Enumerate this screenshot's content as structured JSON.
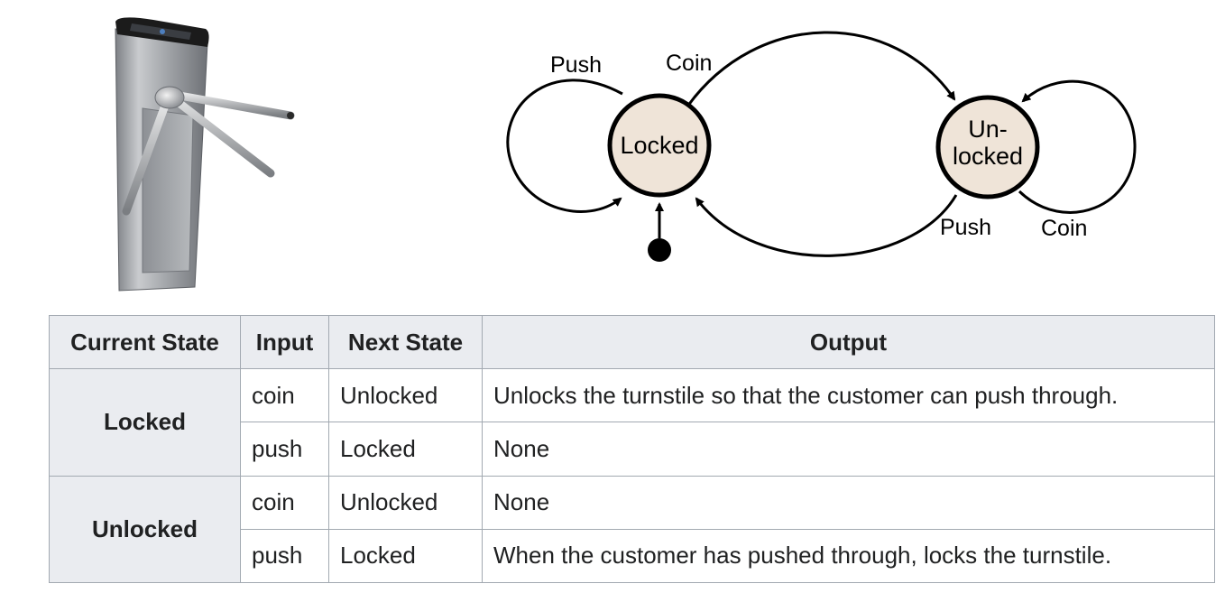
{
  "diagram": {
    "states": [
      {
        "id": "locked",
        "label_lines": [
          "Locked"
        ],
        "fill": "#efe4d8",
        "initial": true
      },
      {
        "id": "unlocked",
        "label_lines": [
          "Un-",
          "locked"
        ],
        "fill": "#efe4d8",
        "initial": false
      }
    ],
    "transitions": [
      {
        "from": "locked",
        "to": "locked",
        "label": "Push"
      },
      {
        "from": "locked",
        "to": "unlocked",
        "label": "Coin"
      },
      {
        "from": "unlocked",
        "to": "locked",
        "label": "Push"
      },
      {
        "from": "unlocked",
        "to": "unlocked",
        "label": "Coin"
      }
    ]
  },
  "table": {
    "headers": [
      "Current State",
      "Input",
      "Next State",
      "Output"
    ],
    "groups": [
      {
        "state": "Locked",
        "rows": [
          {
            "input": "coin",
            "next": "Unlocked",
            "output": "Unlocks the turnstile so that the customer can push through."
          },
          {
            "input": "push",
            "next": "Locked",
            "output": "None"
          }
        ]
      },
      {
        "state": "Unlocked",
        "rows": [
          {
            "input": "coin",
            "next": "Unlocked",
            "output": "None"
          },
          {
            "input": "push",
            "next": "Locked",
            "output": "When the customer has pushed through, locks the turnstile."
          }
        ]
      }
    ]
  },
  "colors": {
    "table_border": "#a2a9b1",
    "header_bg": "#eaecf0",
    "state_fill": "#efe4d8",
    "stroke": "#000000",
    "turnstile_metal": "#a9acb0",
    "turnstile_cap": "#1b1b1b"
  }
}
